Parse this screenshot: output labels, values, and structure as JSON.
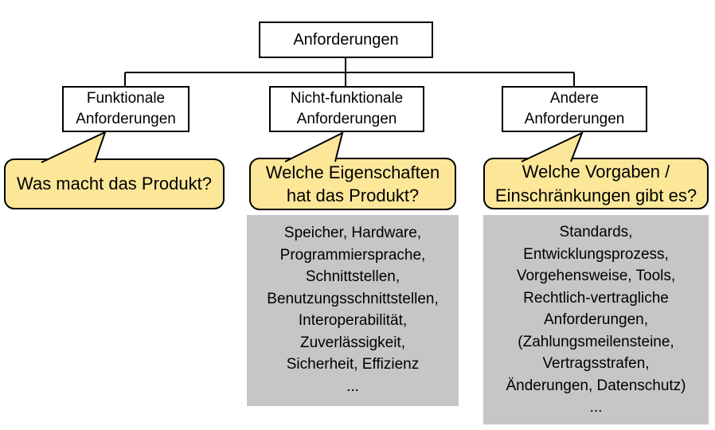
{
  "diagram": {
    "tree": {
      "root": {
        "label": "Anforderungen"
      },
      "children": [
        {
          "label": "Funktionale Anforderungen"
        },
        {
          "label": "Nicht-funktionale Anforderungen"
        },
        {
          "label": "Andere Anforderungen"
        }
      ]
    },
    "callouts": [
      {
        "text": "Was macht das Produkt?"
      },
      {
        "text": "Welche Eigenschaften hat das Produkt?"
      },
      {
        "text": "Welche Vorgaben / Einschränkungen gibt es?"
      }
    ],
    "detail_boxes": [
      {
        "lines": [
          "Speicher, Hardware,",
          "Programmiersprache,",
          "Schnittstellen,",
          "Benutzungsschnittstellen,",
          "Interoperabilität,",
          "Zuverlässigkeit,",
          "Sicherheit, Effizienz",
          "..."
        ]
      },
      {
        "lines": [
          "Standards,",
          "Entwicklungsprozess,",
          "Vorgehensweise, Tools,",
          "Rechtlich-vertragliche",
          "Anforderungen,",
          "(Zahlungsmeilensteine,",
          "Vertragsstrafen,",
          "Änderungen, Datenschutz)",
          "..."
        ]
      }
    ],
    "colors": {
      "callout_fill": "#FCE799",
      "detail_fill": "#C6C6C6",
      "line": "#000000",
      "background": "#FFFFFF"
    }
  }
}
